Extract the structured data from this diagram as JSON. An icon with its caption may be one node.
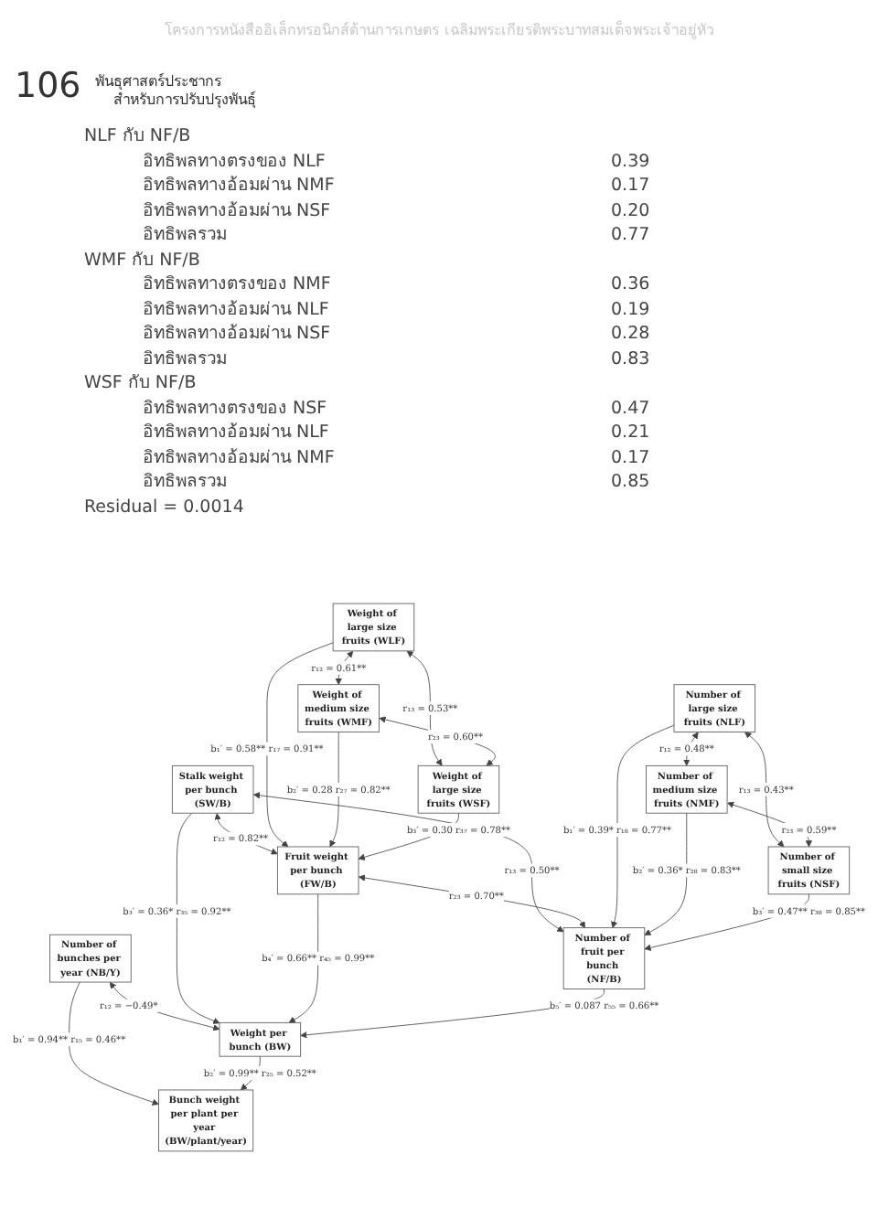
{
  "diagram": {
    "nodes": [
      {
        "text": [
          "Number of bunches per year (NB/Y)"
        ]
      },
      {
        "text": [
          "Bunch weight per plant per year (BW/plant/year)"
        ]
      },
      {
        "text": [
          "Stalk weight per bunch (SW/B)"
        ]
      },
      {
        "text": [
          "Weight of large size fruits (WLF)"
        ]
      },
      {
        "text": [
          "Weight per bunch (BW)"
        ]
      },
      {
        "text": [
          "Fruit weight per bunch (FW/B)"
        ]
      },
      {
        "text": [
          "Weight of medium size fruits (WMF)"
        ]
      },
      {
        "text": [
          "Weight of large size fruits (WSF)"
        ]
      },
      {
        "text": [
          "Number of fruit per bunch (NF/B)"
        ]
      },
      {
        "text": [
          "Number of large size fruits (NLF)"
        ]
      },
      {
        "text": [
          "Number of medium size fruits (NMF)"
        ]
      },
      {
        "text": [
          "Number of small size fruits (NSF)"
        ]
      }
    ],
    "edges": [
      {
        "from": 0,
        "to": 1,
        "arrow": "to",
        "label": "b₁′ = 0.94** r₁₅ = 0.46**"
      },
      {
        "from": 0,
        "to": 4,
        "arrow": "both",
        "label": "r₁₂ = −0.49*"
      },
      {
        "from": 4,
        "to": 1,
        "arrow": "to",
        "label": "b₂′ = 0.99** r₂₅ = 0.52**"
      },
      {
        "from": 2,
        "to": 4,
        "arrow": "to",
        "label": "b₃′ = 0.36* r₃₅ = 0.92**"
      },
      {
        "from": 5,
        "to": 4,
        "arrow": "to",
        "label": "b₄′ = 0.66** r₄₅ = 0.99**"
      },
      {
        "from": 8,
        "to": 4,
        "arrow": "to",
        "label": "b₅′ = 0.087 r₅₅ = 0.66**"
      },
      {
        "from": 2,
        "to": 5,
        "arrow": "both",
        "label": "r₁₂ = 0.82**"
      },
      {
        "from": 2,
        "to": 8,
        "arrow": "both",
        "label": "r₁₃ = 0.50**"
      },
      {
        "from": 5,
        "to": 8,
        "arrow": "both",
        "label": "r₂₃ = 0.70**"
      },
      {
        "from": 3,
        "to": 5,
        "arrow": "to",
        "label": "b₁′ = 0.58** r₁₇ = 0.91**"
      },
      {
        "from": 6,
        "to": 5,
        "arrow": "to",
        "label": "b₂′ = 0.28 r₂₇ = 0.82**"
      },
      {
        "from": 7,
        "to": 5,
        "arrow": "to",
        "label": "b₃′ = 0.30 r₃₇ = 0.78**"
      },
      {
        "from": 3,
        "to": 6,
        "arrow": "both",
        "label": "r₁₂ = 0.61**"
      },
      {
        "from": 3,
        "to": 7,
        "arrow": "both",
        "label": "r₁₃ = 0.53**"
      },
      {
        "from": 6,
        "to": 7,
        "arrow": "both",
        "label": "r₂₃ = 0.60**"
      },
      {
        "from": 9,
        "to": 8,
        "arrow": "to",
        "label": "b₁′ = 0.39* r₁₈ = 0.77**"
      },
      {
        "from": 10,
        "to": 8,
        "arrow": "to",
        "label": "b₂′ = 0.36* r₂₈ = 0.83**"
      },
      {
        "from": 11,
        "to": 8,
        "arrow": "to",
        "label": "b₃′ = 0.47** r₃₈ = 0.85**"
      },
      {
        "from": 9,
        "to": 10,
        "arrow": "both",
        "label": "r₁₂ = 0.48**"
      },
      {
        "from": 9,
        "to": 11,
        "arrow": "both",
        "label": "r₁₃ = 0.43**"
      },
      {
        "from": 10,
        "to": 11,
        "arrow": "both",
        "label": "r₂₃ = 0.59**"
      }
    ],
    "labels": [
      "โครงการหนังสืออิเล็กทรอนิกส์ด้านการเกษตร เฉลิมพระเกียรติพระบาทสมเด็จพระเจ้าอยู่หัว",
      "106",
      "พันธุศาสตร์ประชากร",
      "สำหรับการปรับปรุงพันธุ์",
      "NLF กับ NF/B",
      "อิทธิพลทางตรงของ NLF",
      "0.39",
      "อิทธิพลทางอ้อมผ่าน NMF",
      "0.17",
      "อิทธิพลทางอ้อมผ่าน NSF",
      "0.20",
      "อิทธิพลรวม",
      "0.77",
      "WMF กับ NF/B",
      "อิทธิพลทางตรงของ NMF",
      "0.36",
      "อิทธิพลทางอ้อมผ่าน NLF",
      "0.19",
      "อิทธิพลทางอ้อมผ่าน NSF",
      "0.28",
      "อิทธิพลรวม",
      "0.83",
      "WSF กับ NF/B",
      "อิทธิพลทางตรงของ NSF",
      "0.47",
      "อิทธิพลทางอ้อมผ่าน NLF",
      "0.21",
      "อิทธิพลทางอ้อมผ่าน NMF",
      "0.17",
      "อิทธิพลรวม",
      "0.85",
      "Residual = 0.0014"
    ]
  }
}
